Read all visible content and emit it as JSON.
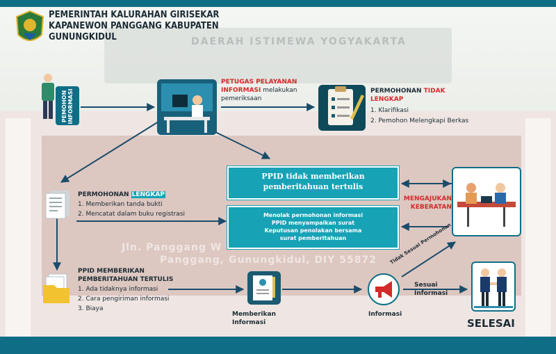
{
  "header": {
    "title_line1": "PEMERINTAH KALURAHAN GIRISEKAR",
    "title_line2": "KAPANEWON PANGGANG KABUPATEN",
    "title_line3": "GUNUNGKIDUL"
  },
  "background": {
    "region_text": "DAERAH ISTIMEWA YOGYAKARTA",
    "address_line1": "Jln. Panggang W",
    "address_line2": "Panggang, Gunungkidul, DIY 55872"
  },
  "pemohon": {
    "label": "PEMOHON INFORMASI"
  },
  "petugas": {
    "line1_red": "PETUGAS PELAYANAN",
    "line2_red": "INFORMASI",
    "line2_rest": " melakukan",
    "line3": "pemeriksaan"
  },
  "tidak_lengkap": {
    "title_a": "PERMOHONAN ",
    "title_b": "TIDAK",
    "title_c": "LENGKAP",
    "item1": "1. Klarifikasi",
    "item2": "2. Pemohon Melengkapi Berkas"
  },
  "lengkap": {
    "title_a": "PERMOHONAN ",
    "title_b": "LENGKAP",
    "item1": "1. Memberikan tanda bukti",
    "item2": "2. Mencatat dalam buku registrasi"
  },
  "ppid_tidak": {
    "line1": "PPID tidak memberikan",
    "line2": "pemberitahuan tertulis"
  },
  "menolak": {
    "line1": "Menolak permohonan informasi",
    "line2": "PPID menyampaikan surat",
    "line3": "Keputusan penolakan bersama",
    "line4": "surat pemberitahuan"
  },
  "keberatan": {
    "line1": "MENGAJUKAN",
    "line2": "KEBERATAN"
  },
  "pemberitahuan": {
    "title1": "PPID MEMBERIKAN",
    "title2": "PEMBERITAHUAN TERTULIS",
    "item1": "1. Ada tidaknya informasi",
    "item2": "2. Cara pengiriman informasi",
    "item3": "3. Biaya"
  },
  "memberikan_informasi": "Memberikan Informasi",
  "informasi": "Informasi",
  "tidak_sesuai": "Tidak Sesuai Permohonan",
  "sesuai_informasi": "Sesuai Informasi",
  "selesai": "SELESAI",
  "colors": {
    "teal": "#17a2b6",
    "dark_teal": "#0f6e86",
    "red": "#d32a2a",
    "navy": "#0f4a5a"
  }
}
